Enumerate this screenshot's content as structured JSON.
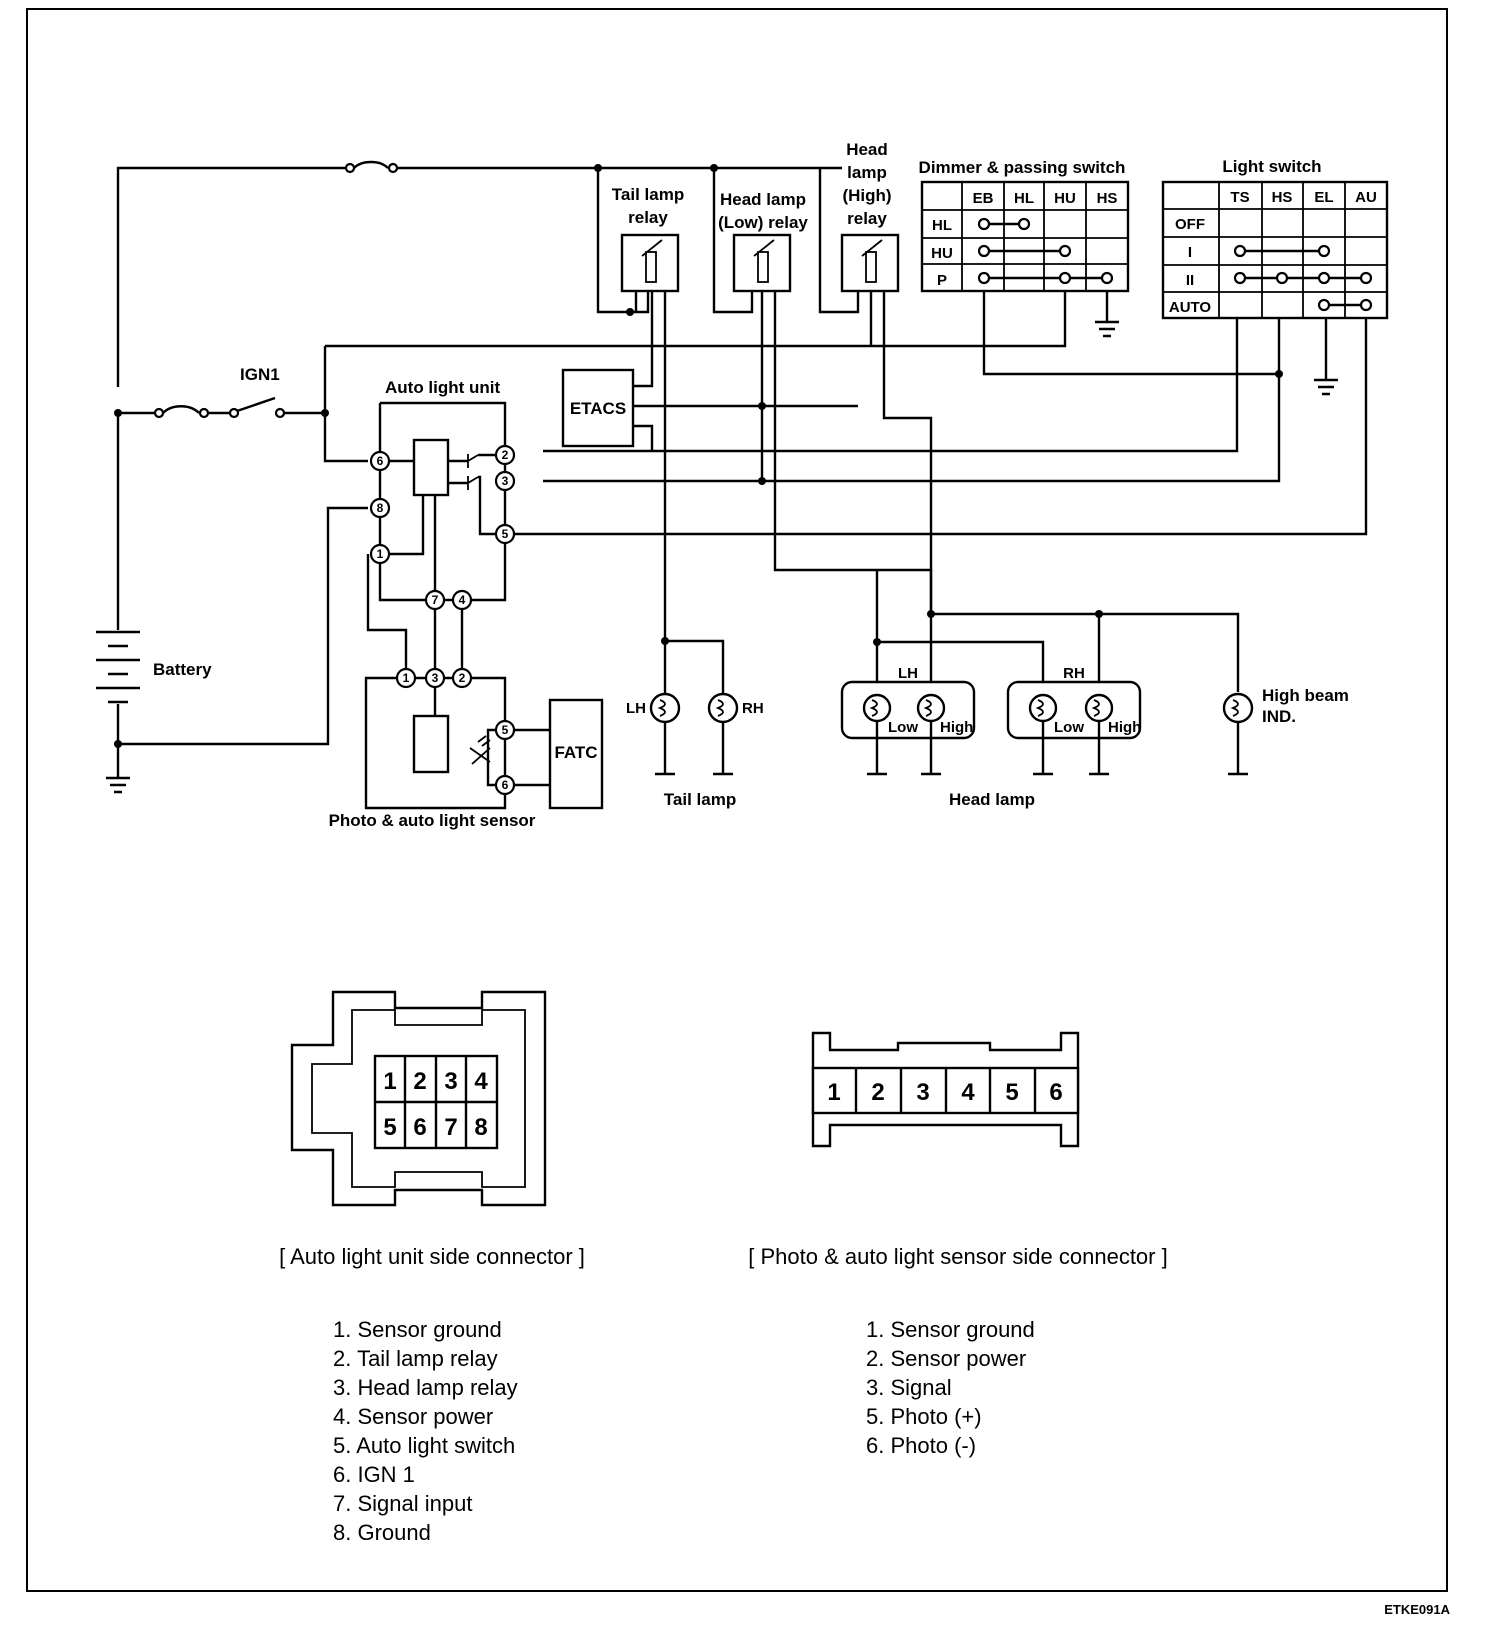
{
  "labels": {
    "tail_lamp_relay": [
      "Tail lamp",
      "relay"
    ],
    "head_lamp_low_relay": [
      "Head lamp",
      "(Low) relay"
    ],
    "head_lamp_high_relay": [
      "Head",
      "lamp",
      "(High)",
      "relay"
    ],
    "dimmer_switch": "Dimmer & passing switch",
    "light_switch": "Light switch",
    "ign1": "IGN1",
    "auto_light_unit": "Auto light unit",
    "etacs": "ETACS",
    "battery": "Battery",
    "fatc": "FATC",
    "photo_sensor": "Photo & auto light sensor",
    "tail_lamp": "Tail lamp",
    "head_lamp": "Head lamp",
    "lh": "LH",
    "rh": "RH",
    "low": "Low",
    "high": "High",
    "high_beam_ind": [
      "High beam",
      "IND."
    ],
    "figure_code": "ETKE091A"
  },
  "dimmer_table": {
    "columns": [
      "EB",
      "HL",
      "HU",
      "HS"
    ],
    "rows": [
      "HL",
      "HU",
      "P"
    ]
  },
  "light_switch_table": {
    "columns": [
      "TS",
      "HS",
      "EL",
      "AU"
    ],
    "rows": [
      "OFF",
      "I",
      "II",
      "AUTO"
    ]
  },
  "auto_unit_pins": [
    "6",
    "8",
    "1",
    "2",
    "3",
    "5",
    "7",
    "4"
  ],
  "sensor_pins": [
    "1",
    "3",
    "2",
    "5",
    "6"
  ],
  "auto_unit_connector": {
    "caption": "[ Auto light unit side connector ]",
    "top_row": [
      "1",
      "2",
      "3",
      "4"
    ],
    "bottom_row": [
      "5",
      "6",
      "7",
      "8"
    ],
    "legend": [
      "1. Sensor ground",
      "2. Tail lamp relay",
      "3. Head lamp relay",
      "4. Sensor power",
      "5. Auto light switch",
      "6. IGN 1",
      "7. Signal input",
      "8. Ground"
    ]
  },
  "sensor_connector": {
    "caption": "[ Photo & auto light sensor side connector ]",
    "pins": [
      "1",
      "2",
      "3",
      "4",
      "5",
      "6"
    ],
    "legend": [
      "1. Sensor ground",
      "2. Sensor power",
      "3. Signal",
      "5. Photo (+)",
      "6. Photo (-)"
    ]
  }
}
